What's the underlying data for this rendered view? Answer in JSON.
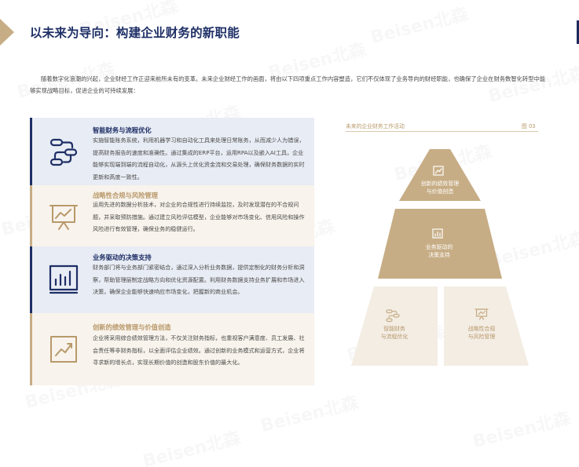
{
  "page": {
    "title": "以未来为导向：构建企业财务的新职能",
    "intro": "随着数字化浪潮的兴起，企业财经工作正迎来前所未有的变革。未来企业财经工作的画面，将由以下四项重点工作内容塑造，它们不仅体现了业务导向的财经职能，也确保了企业在财务数智化转型中能够实现战略目标，促进企业的可持续发展："
  },
  "cards": [
    {
      "icon": "process-flow-icon",
      "title": "智能财务与流程优化",
      "desc": "实施智能账务系统，利用机器学习和自动化工具来处理日常账务，从而减少人为错误，提高财务报告的速度和准确性。通过集成的ERP平台，运用RPA以及嵌入AI工具，企业能够实现端到端的流程自动化，从源头上优化资金流和交易处理，确保财务数据的实时更新和高度一致性。"
    },
    {
      "icon": "presentation-chart-icon",
      "title": "战略性合规与风险管理",
      "desc": "运用先进的数据分析技术，对企业的合规性进行持续监控，及时发现潜在的不合规问题，并采取预防措施。通过建立风险评估模型，企业能够对市场变化、信用风险和操作风险进行有效管理，确保业务的稳健运行。"
    },
    {
      "icon": "bar-chart-icon",
      "title": "业务驱动的决策支持",
      "desc": "财务部门将与业务部门紧密结合，通过深入分析业务数据，提供定制化的财务分析和洞察，帮助管理层制定战略方向和优化资源配置。利用财务数据支持业务扩展和市场进入决策，确保企业能够快速响应市场变化，把握新的商业机会。"
    },
    {
      "icon": "trend-chart-icon",
      "title": "创新的绩效管理与价值创造",
      "desc": "企业将采用综合绩效管理方法，不仅关注财务指标，也重视客户满意度、员工发展、社会责任等非财务指标，以全面评估企业绩效。通过创新的业务模式和运营方式，企业将寻求新的增长点，实现长期价值的创造和股东价值的最大化。"
    }
  ],
  "pyramid": {
    "title": "未来的企业财务工作活动",
    "figure": "图 03",
    "top": [
      "创新的绩效管理",
      "与价值创造"
    ],
    "middle": [
      "业务驱动的",
      "决策支持"
    ],
    "bottom_left": [
      "智能财务",
      "与流程优化"
    ],
    "bottom_right": [
      "战略性合规",
      "与风险管理"
    ]
  },
  "watermark": "Beisen北森",
  "colors": {
    "navy": "#1e2f66",
    "gold": "#c7ad85",
    "gold_text": "#b8996b",
    "blue_bg": "#e8ecf4",
    "beige_bg": "#f8f3ec",
    "pale": "#f3ede4"
  }
}
